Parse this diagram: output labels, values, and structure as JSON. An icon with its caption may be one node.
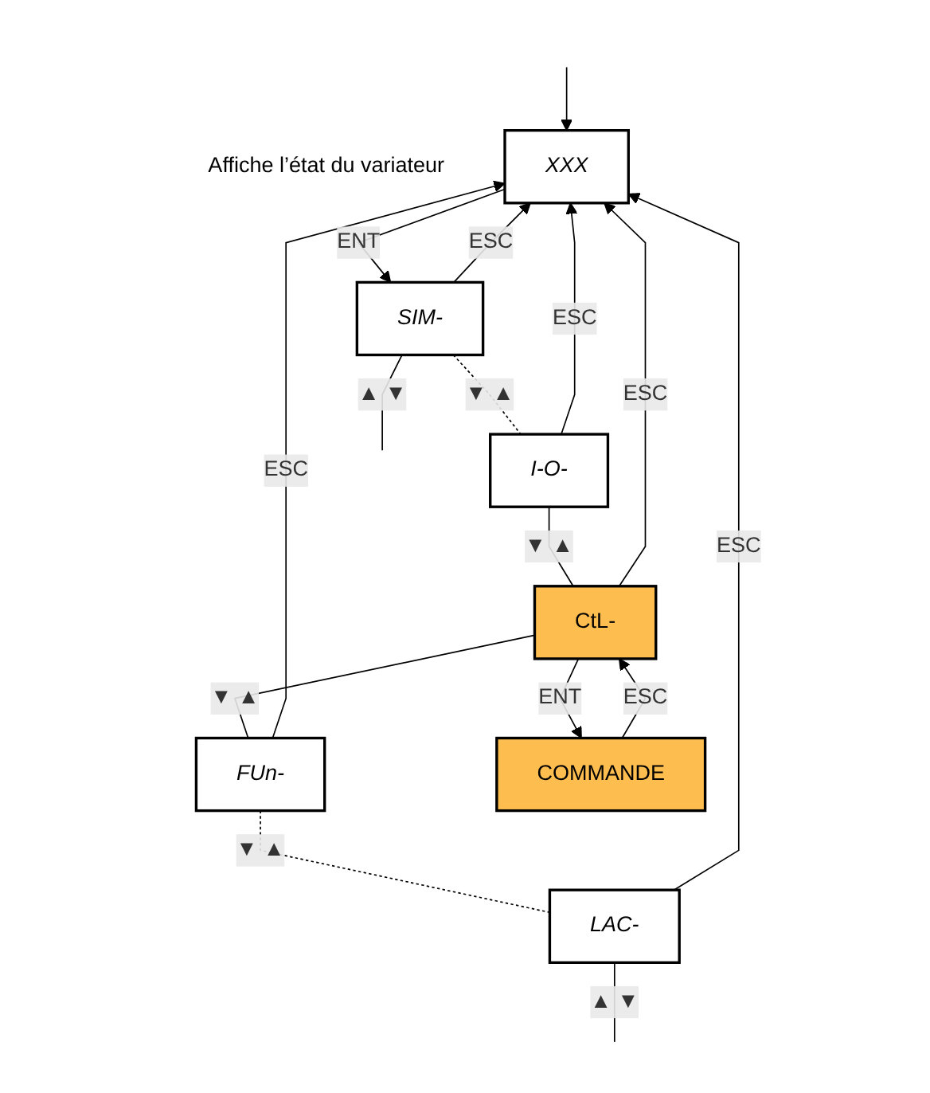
{
  "diagram": {
    "nodes": [
      {
        "text": [
          "XXX"
        ],
        "beside": [
          "Affiche l’état du variateur"
        ]
      },
      {
        "text": [
          "SIM-"
        ]
      },
      {
        "text": [
          "I-O-"
        ]
      },
      {
        "text": [
          "CtL-"
        ]
      },
      {
        "text": [
          "FUn-"
        ]
      },
      {
        "text": [
          "LAC-"
        ]
      },
      {
        "text": [
          "COMMANDE"
        ]
      }
    ],
    "edges": [
      {
        "from": null,
        "to": 0,
        "arrow": "to"
      },
      {
        "from": 0,
        "to": 1,
        "label": "ENT",
        "arrow": "to"
      },
      {
        "from": 1,
        "to": 0,
        "label": "ESC",
        "arrow": "to"
      },
      {
        "from": 1,
        "to": null,
        "label": "▲ ▼",
        "arrow": "none"
      },
      {
        "from": 1,
        "to": 2,
        "label": "▼ ▲",
        "arrow": "none",
        "style": "dashed"
      },
      {
        "from": 2,
        "to": 0,
        "label": "ESC",
        "arrow": "to"
      },
      {
        "from": 2,
        "to": 3,
        "label": "▼ ▲",
        "arrow": "none"
      },
      {
        "from": 3,
        "to": 0,
        "label": "ESC",
        "arrow": "to"
      },
      {
        "from": 3,
        "to": 6,
        "label": "ENT",
        "arrow": "to"
      },
      {
        "from": 6,
        "to": 3,
        "label": "ESC",
        "arrow": "to"
      },
      {
        "from": 3,
        "to": 4,
        "label": "▼ ▲",
        "arrow": "none"
      },
      {
        "from": 4,
        "to": 0,
        "label": "ESC",
        "arrow": "to"
      },
      {
        "from": 4,
        "to": 5,
        "label": "▼ ▲",
        "arrow": "none",
        "style": "dashed"
      },
      {
        "from": 5,
        "to": 0,
        "label": "ESC",
        "arrow": "to"
      },
      {
        "from": 5,
        "to": null,
        "label": "▲ ▼",
        "arrow": "none"
      }
    ]
  }
}
